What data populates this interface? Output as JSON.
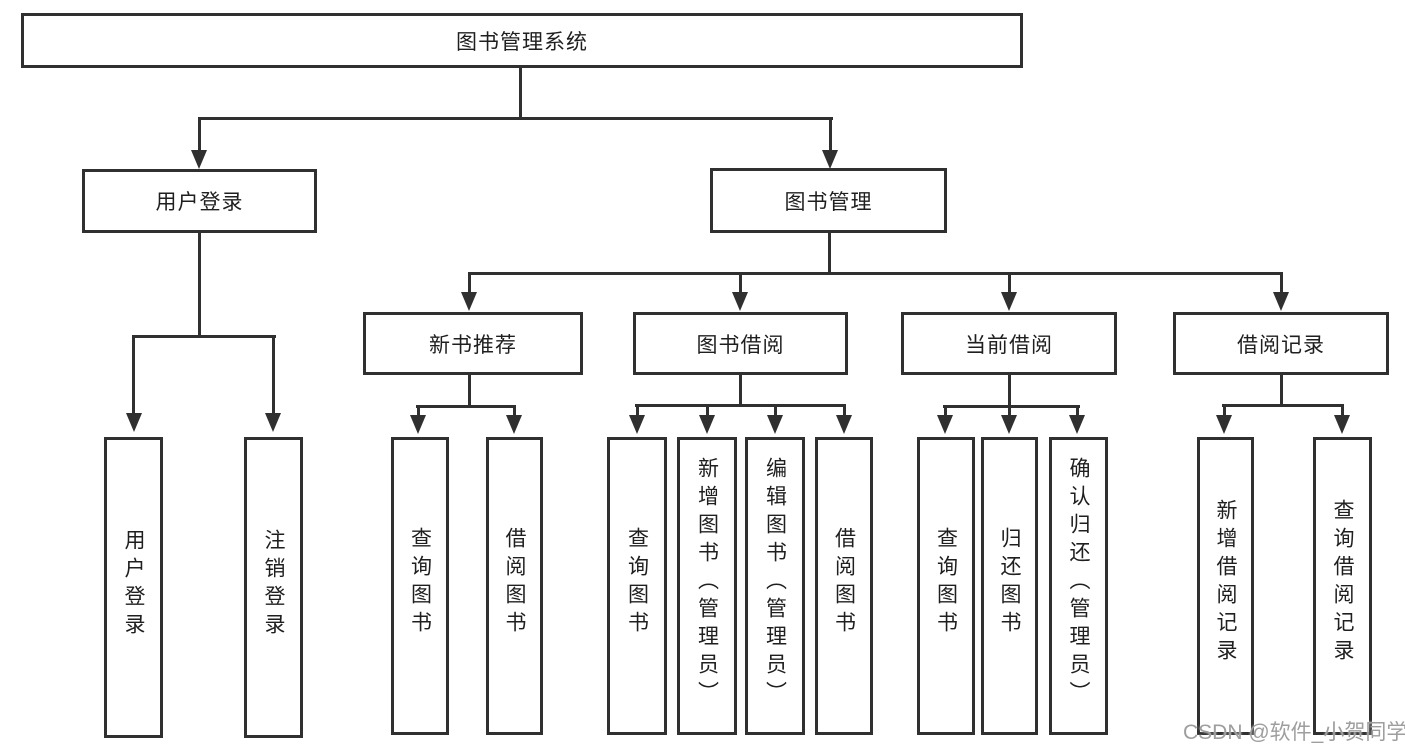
{
  "root": {
    "label": "图书管理系统"
  },
  "branches": [
    {
      "label": "用户登录",
      "leaves": [
        {
          "label": "用户登录"
        },
        {
          "label": "注销登录"
        }
      ]
    },
    {
      "label": "图书管理",
      "groups": [
        {
          "label": "新书推荐",
          "leaves": [
            {
              "label": "查询图书"
            },
            {
              "label": "借阅图书"
            }
          ]
        },
        {
          "label": "图书借阅",
          "leaves": [
            {
              "label": "查询图书"
            },
            {
              "label": "新增图书（管理员）"
            },
            {
              "label": "编辑图书（管理员）"
            },
            {
              "label": "借阅图书"
            }
          ]
        },
        {
          "label": "当前借阅",
          "leaves": [
            {
              "label": "查询图书"
            },
            {
              "label": "归还图书"
            },
            {
              "label": "确认归还（管理员）"
            }
          ]
        },
        {
          "label": "借阅记录",
          "leaves": [
            {
              "label": "新增借阅记录"
            },
            {
              "label": "查询借阅记录"
            }
          ]
        }
      ]
    }
  ],
  "watermark": {
    "text": "CSDN @软件_小贺同学"
  },
  "colors": {
    "line": "#303030",
    "text": "#1f1f1f",
    "background": "#ffffff",
    "watermark": "#9e9e9e"
  }
}
